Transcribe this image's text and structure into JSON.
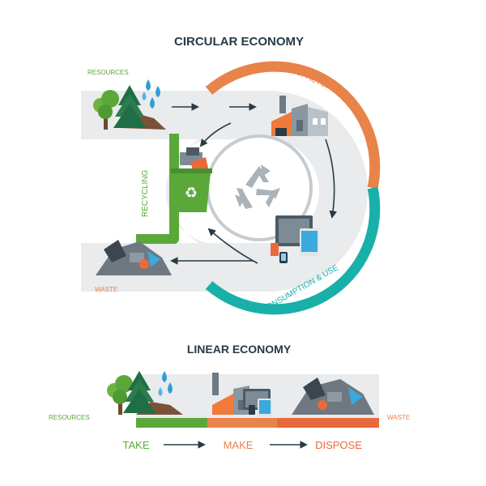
{
  "circular": {
    "title": "CIRCULAR ECONOMY",
    "resources_label": "RESOURCES",
    "manufacturing_label": "MANUFACTURING",
    "consumption_label": "CONSUMPTION & USE",
    "recycling_label": "RECYCLING",
    "waste_label": "WASTE"
  },
  "linear": {
    "title": "LINEAR ECONOMY",
    "resources_label": "RESOURCES",
    "waste_label": "WASTE",
    "steps": [
      "TAKE",
      "MAKE",
      "DISPOSE"
    ]
  },
  "colors": {
    "green": "#5aa83a",
    "orange": "#e8834a",
    "teal": "#18b0a8",
    "red_orange": "#e86a3c",
    "dark": "#263b47",
    "track": "#e9ebec"
  }
}
